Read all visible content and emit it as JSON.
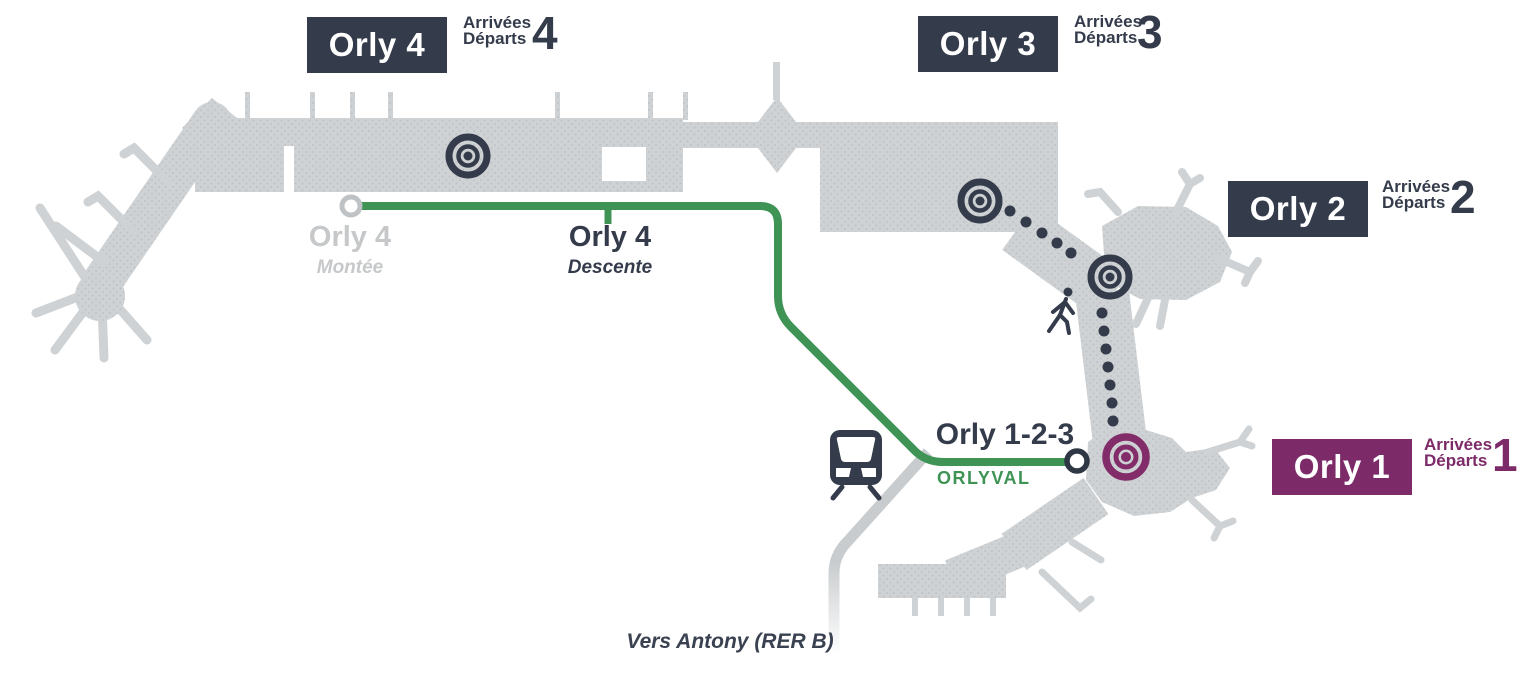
{
  "colors": {
    "dark_navy": "#343B4B",
    "orlyval_green": "#3E9355",
    "orly1_purple": "#7C2A68",
    "terminal_gray": "#CFD2D4",
    "inactive_gray": "#C6C8CA"
  },
  "badges": {
    "orly4": {
      "name": "Orly 4",
      "arrivals": "Arrivées",
      "departures": "Départs",
      "number": "4"
    },
    "orly3": {
      "name": "Orly 3",
      "arrivals": "Arrivées",
      "departures": "Départs",
      "number": "3"
    },
    "orly2": {
      "name": "Orly 2",
      "arrivals": "Arrivées",
      "departures": "Départs",
      "number": "2"
    },
    "orly1": {
      "name": "Orly 1",
      "arrivals": "Arrivées",
      "departures": "Départs",
      "number": "1"
    }
  },
  "stations": {
    "orly4_montee": {
      "name": "Orly 4",
      "note": "Montée"
    },
    "orly4_descente": {
      "name": "Orly 4",
      "note": "Descente"
    },
    "orly123": {
      "name": "Orly 1-2-3",
      "line_label": "ORLYVAL"
    }
  },
  "notes": {
    "rer_direction": "Vers Antony (RER B)"
  },
  "icons": {
    "train": "train-icon",
    "pedestrian": "pedestrian-icon",
    "station_target": "bullseye-icon",
    "orlyval_stop_start": "stop-circle-start",
    "orlyval_stop_end": "stop-circle-end"
  }
}
